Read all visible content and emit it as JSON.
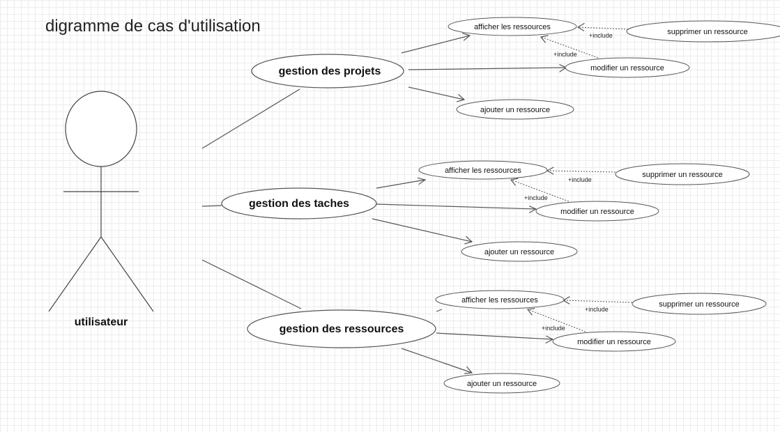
{
  "title": "digramme de cas d'utilisation",
  "actor": {
    "name": "utilisateur"
  },
  "include_label": "+include",
  "groups": [
    {
      "name": "gestion des projets",
      "afficher": "afficher les ressources",
      "supprimer": "supprimer un ressource",
      "modifier": "modifier un ressource",
      "ajouter": "ajouter un ressource"
    },
    {
      "name": "gestion des taches",
      "afficher": "afficher les ressources",
      "supprimer": "supprimer un ressource",
      "modifier": "modifier un ressource",
      "ajouter": "ajouter un ressource"
    },
    {
      "name": "gestion des ressources",
      "afficher": "afficher les ressources",
      "supprimer": "supprimer un ressource",
      "modifier": "modifier un ressource",
      "ajouter": "ajouter un ressource"
    }
  ]
}
